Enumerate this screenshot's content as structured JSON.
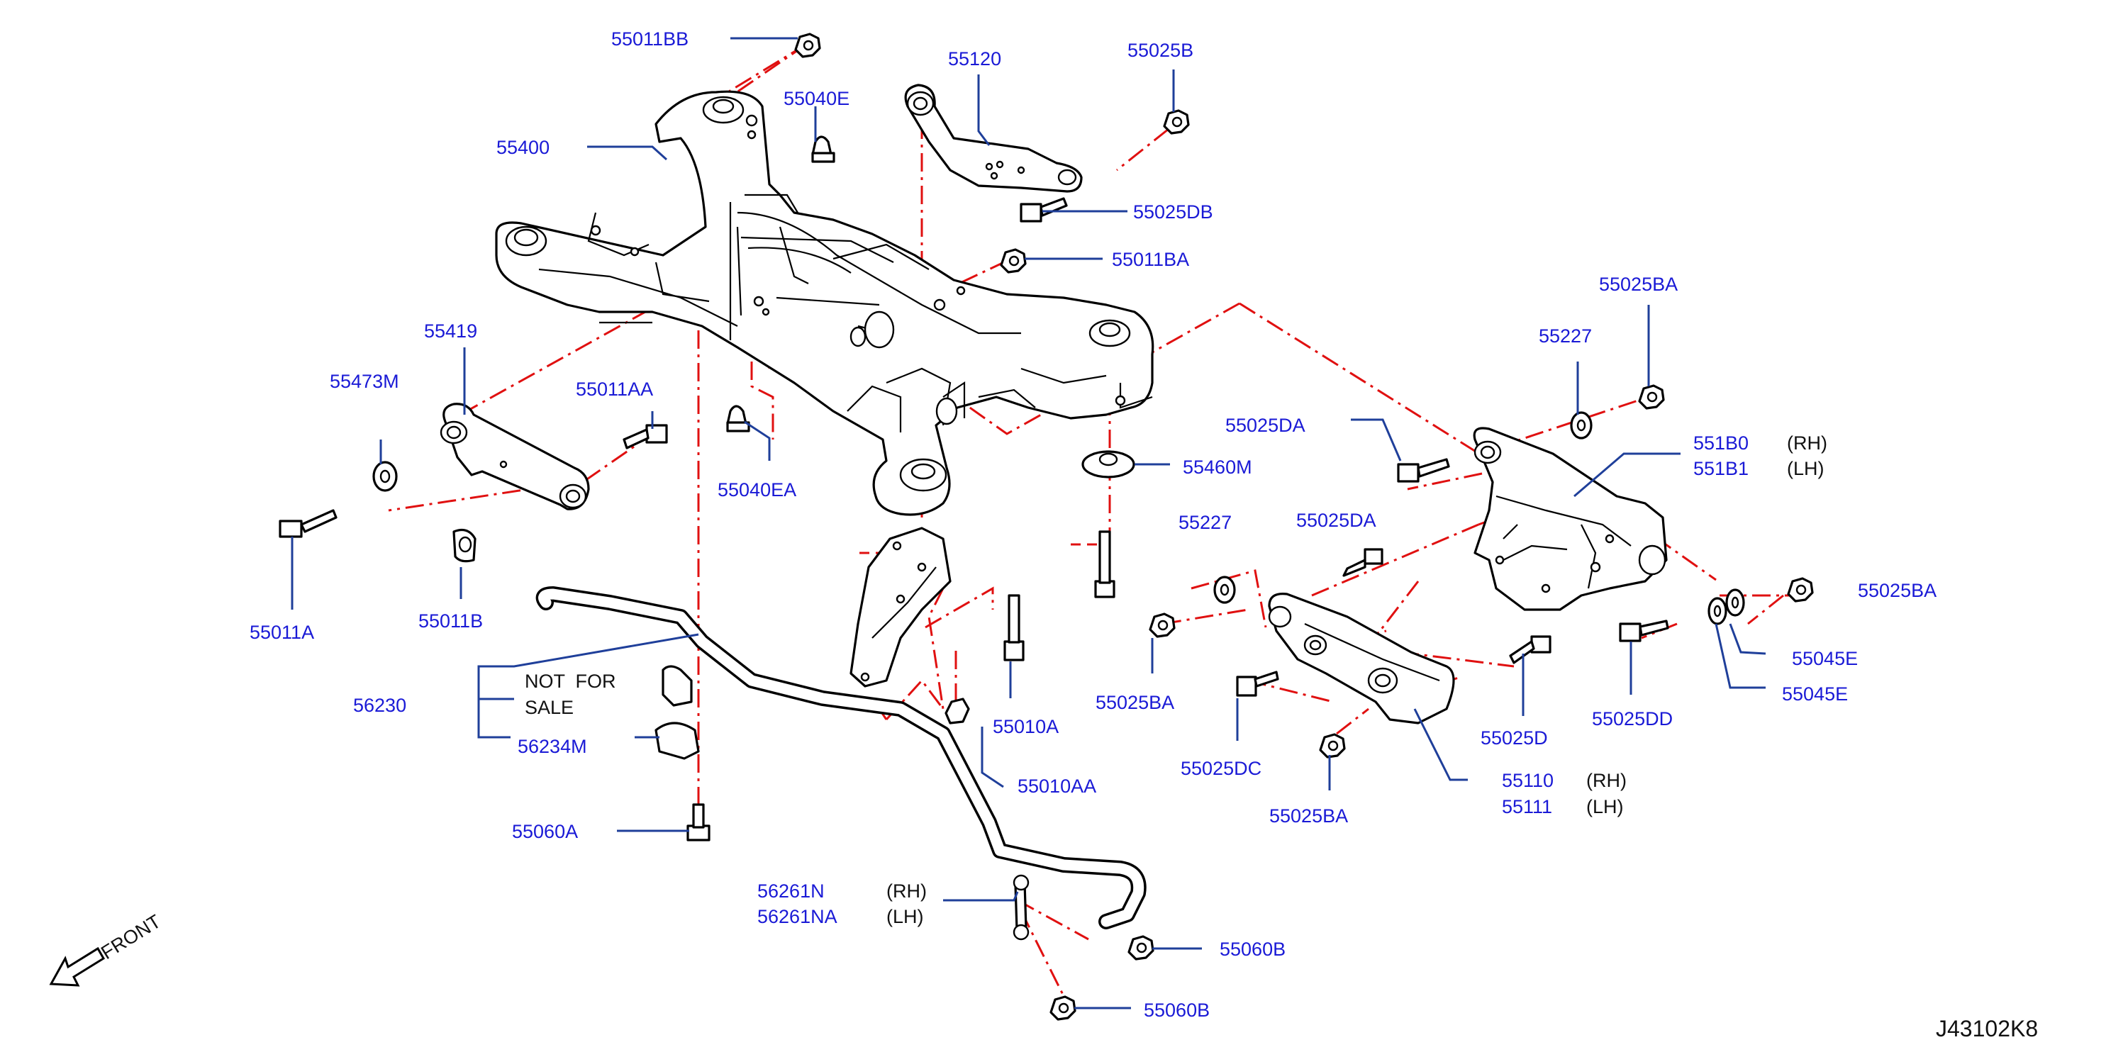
{
  "colors": {
    "part_number": "#1a1ad6",
    "leader": "#1f3f9a",
    "reference_line": "#e01010",
    "outline": "#000000"
  },
  "labels": [
    {
      "id": "p55011BB",
      "text": "55011BB"
    },
    {
      "id": "p55120",
      "text": "55120"
    },
    {
      "id": "p55025B",
      "text": "55025B"
    },
    {
      "id": "p55040E",
      "text": "55040E"
    },
    {
      "id": "p55400",
      "text": "55400"
    },
    {
      "id": "p55025DB",
      "text": "55025DB"
    },
    {
      "id": "p55011BA",
      "text": "55011BA"
    },
    {
      "id": "p55025BA_1",
      "text": "55025BA"
    },
    {
      "id": "p55227_1",
      "text": "55227"
    },
    {
      "id": "p55419",
      "text": "55419"
    },
    {
      "id": "p55473M",
      "text": "55473M"
    },
    {
      "id": "p55011AA",
      "text": "55011AA"
    },
    {
      "id": "p55025DA_1",
      "text": "55025DA"
    },
    {
      "id": "p551B0",
      "text": "551B0"
    },
    {
      "id": "p551B1",
      "text": "551B1"
    },
    {
      "id": "p55040EA",
      "text": "55040EA"
    },
    {
      "id": "p55460M",
      "text": "55460M"
    },
    {
      "id": "p55227_2",
      "text": "55227"
    },
    {
      "id": "p55025DA_2",
      "text": "55025DA"
    },
    {
      "id": "p55025BA_2",
      "text": "55025BA"
    },
    {
      "id": "p55011A",
      "text": "55011A"
    },
    {
      "id": "p55011B",
      "text": "55011B"
    },
    {
      "id": "p55045E_1",
      "text": "55045E"
    },
    {
      "id": "p55045E_2",
      "text": "55045E"
    },
    {
      "id": "p55025DD",
      "text": "55025DD"
    },
    {
      "id": "p56230",
      "text": "56230"
    },
    {
      "id": "p55010A",
      "text": "55010A"
    },
    {
      "id": "p55025BA_3",
      "text": "55025BA"
    },
    {
      "id": "p55025D",
      "text": "55025D"
    },
    {
      "id": "p56234M",
      "text": "56234M"
    },
    {
      "id": "p55025DC",
      "text": "55025DC"
    },
    {
      "id": "p55010AA",
      "text": "55010AA"
    },
    {
      "id": "p55110",
      "text": "55110"
    },
    {
      "id": "p55111",
      "text": "55111"
    },
    {
      "id": "p55025BA_4",
      "text": "55025BA"
    },
    {
      "id": "p55060A",
      "text": "55060A"
    },
    {
      "id": "p56261N",
      "text": "56261N"
    },
    {
      "id": "p56261NA",
      "text": "56261NA"
    },
    {
      "id": "p55060B_1",
      "text": "55060B"
    },
    {
      "id": "p55060B_2",
      "text": "55060B"
    }
  ],
  "notes": {
    "rh_1": "(RH)",
    "lh_1": "(LH)",
    "rh_2": "(RH)",
    "lh_2": "(LH)",
    "rh_3": "(RH)",
    "lh_3": "(LH)",
    "not_for": "NOT  FOR",
    "sale": "SALE",
    "front": "FRONT"
  },
  "figure_id": "J43102K8"
}
